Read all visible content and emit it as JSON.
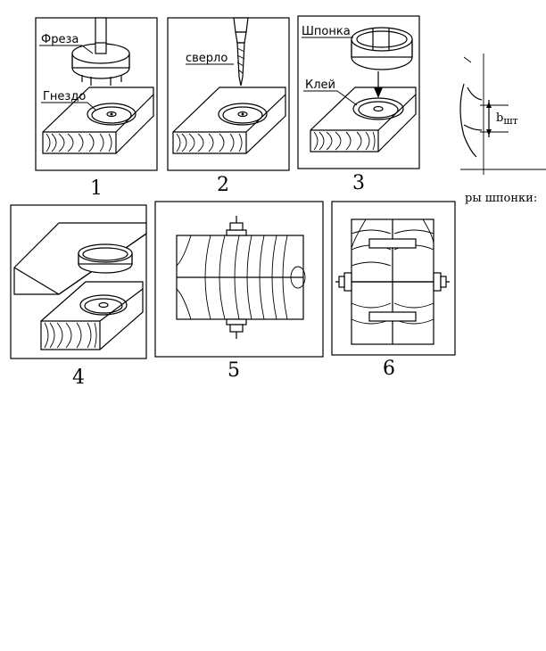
{
  "labels": {
    "mill": "Фреза",
    "socket": "Гнездо",
    "drill": "сверло",
    "dowel": "Шпонка",
    "glue": "Клей"
  },
  "step_numbers": [
    "1",
    "2",
    "3",
    "4",
    "5",
    "6"
  ],
  "side_caption": "ры шпонки:",
  "side_dimension": "b",
  "side_dimension_sub": "шт"
}
